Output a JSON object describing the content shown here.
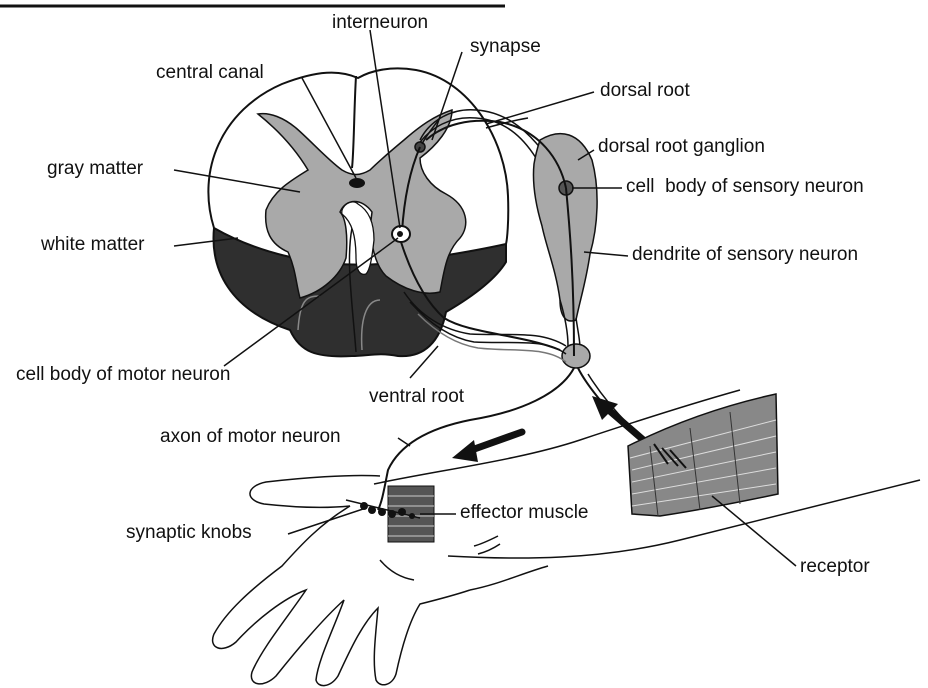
{
  "labels": {
    "interneuron": "interneuron",
    "synapse": "synapse",
    "central_canal": "central canal",
    "dorsal_root": "dorsal root",
    "dorsal_root_ganglion": "dorsal root ganglion",
    "gray_matter": "gray matter",
    "cell_body_sensory": "cell  body of sensory neuron",
    "white_matter": "white matter",
    "dendrite_sensory": "dendrite of sensory neuron",
    "cell_body_motor": "cell body of motor neuron",
    "ventral_root": "ventral root",
    "axon_motor": "axon of motor neuron",
    "effector_muscle": "effector muscle",
    "synaptic_knobs": "synaptic knobs",
    "receptor": "receptor"
  },
  "colors": {
    "white_matter_upper": "#ffffff",
    "white_matter_lower": "#2f2f2f",
    "gray_matter": "#a9a9a9",
    "ganglion": "#a9a9a9",
    "outline": "#111111",
    "text": "#111111"
  }
}
